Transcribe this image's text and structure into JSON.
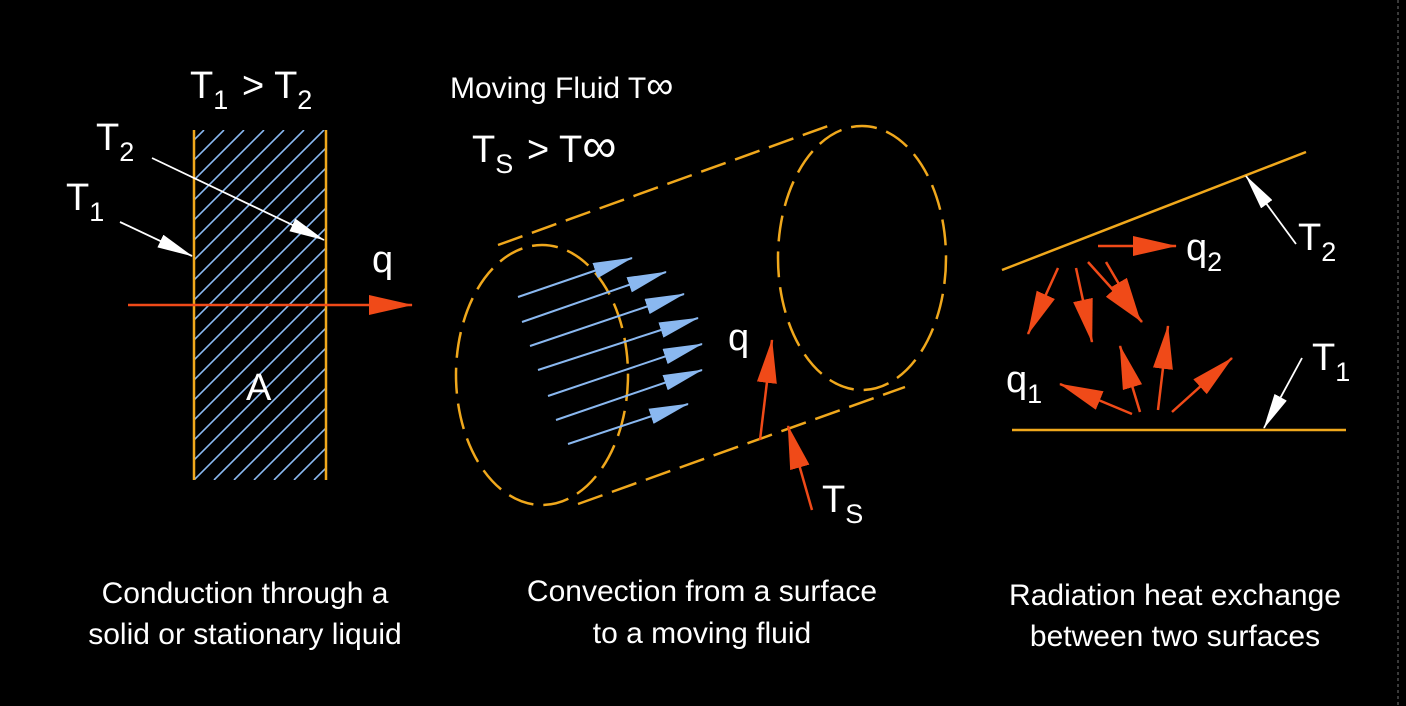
{
  "conduction": {
    "relation": "T1 > T2",
    "t2_label": "T2",
    "t1_label": "T1",
    "q_label": "q",
    "area_label": "A",
    "caption_line1": "Conduction through a",
    "caption_line2": "solid or stationary liquid"
  },
  "convection": {
    "fluid_label": "Moving Fluid T∞",
    "relation": "TS > T∞",
    "q_label": "q",
    "ts_label": "TS",
    "caption_line1": "Convection from a surface",
    "caption_line2": "to a moving fluid"
  },
  "radiation": {
    "t2_label": "T2",
    "t1_label": "T1",
    "q2_label": "q2",
    "q1_label": "q1",
    "caption_line1": "Radiation heat exchange",
    "caption_line2": "between two surfaces"
  },
  "colors": {
    "background": "#000000",
    "surface": "#f0a81c",
    "heat_arrow": "#f04a18",
    "flow_arrow": "#8ab8f0",
    "text": "#ffffff"
  }
}
